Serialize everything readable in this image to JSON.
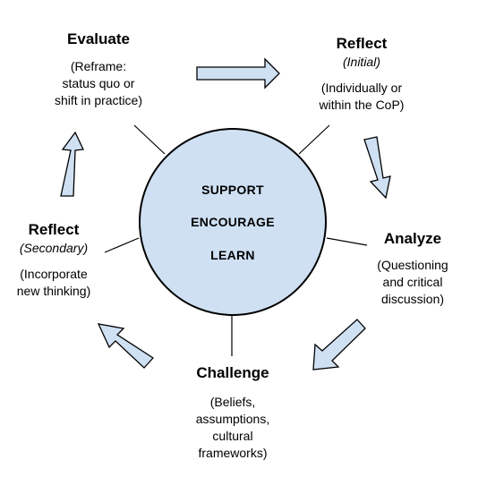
{
  "colors": {
    "circle_fill": "#cfe0f3",
    "arrow_fill": "#cfe0f3",
    "stroke": "#000000"
  },
  "center": {
    "lines": [
      "SUPPORT",
      "ENCOURAGE",
      "LEARN"
    ]
  },
  "stages": {
    "evaluate": {
      "title": "Evaluate",
      "subtitle": "",
      "desc_lines": [
        "(Reframe:",
        "status quo or",
        "shift in practice)"
      ]
    },
    "reflect_initial": {
      "title": "Reflect",
      "subtitle": "(Initial)",
      "desc_lines": [
        "(Individually or",
        "within the CoP)"
      ]
    },
    "analyze": {
      "title": "Analyze",
      "subtitle": "",
      "desc_lines": [
        "(Questioning",
        "and critical",
        "discussion)"
      ]
    },
    "challenge": {
      "title": "Challenge",
      "subtitle": "",
      "desc_lines": [
        "(Beliefs,",
        "assumptions,",
        "cultural",
        "frameworks)"
      ]
    },
    "reflect_secondary": {
      "title": "Reflect",
      "subtitle": "(Secondary)",
      "desc_lines": [
        "(Incorporate",
        "new thinking)"
      ]
    }
  }
}
